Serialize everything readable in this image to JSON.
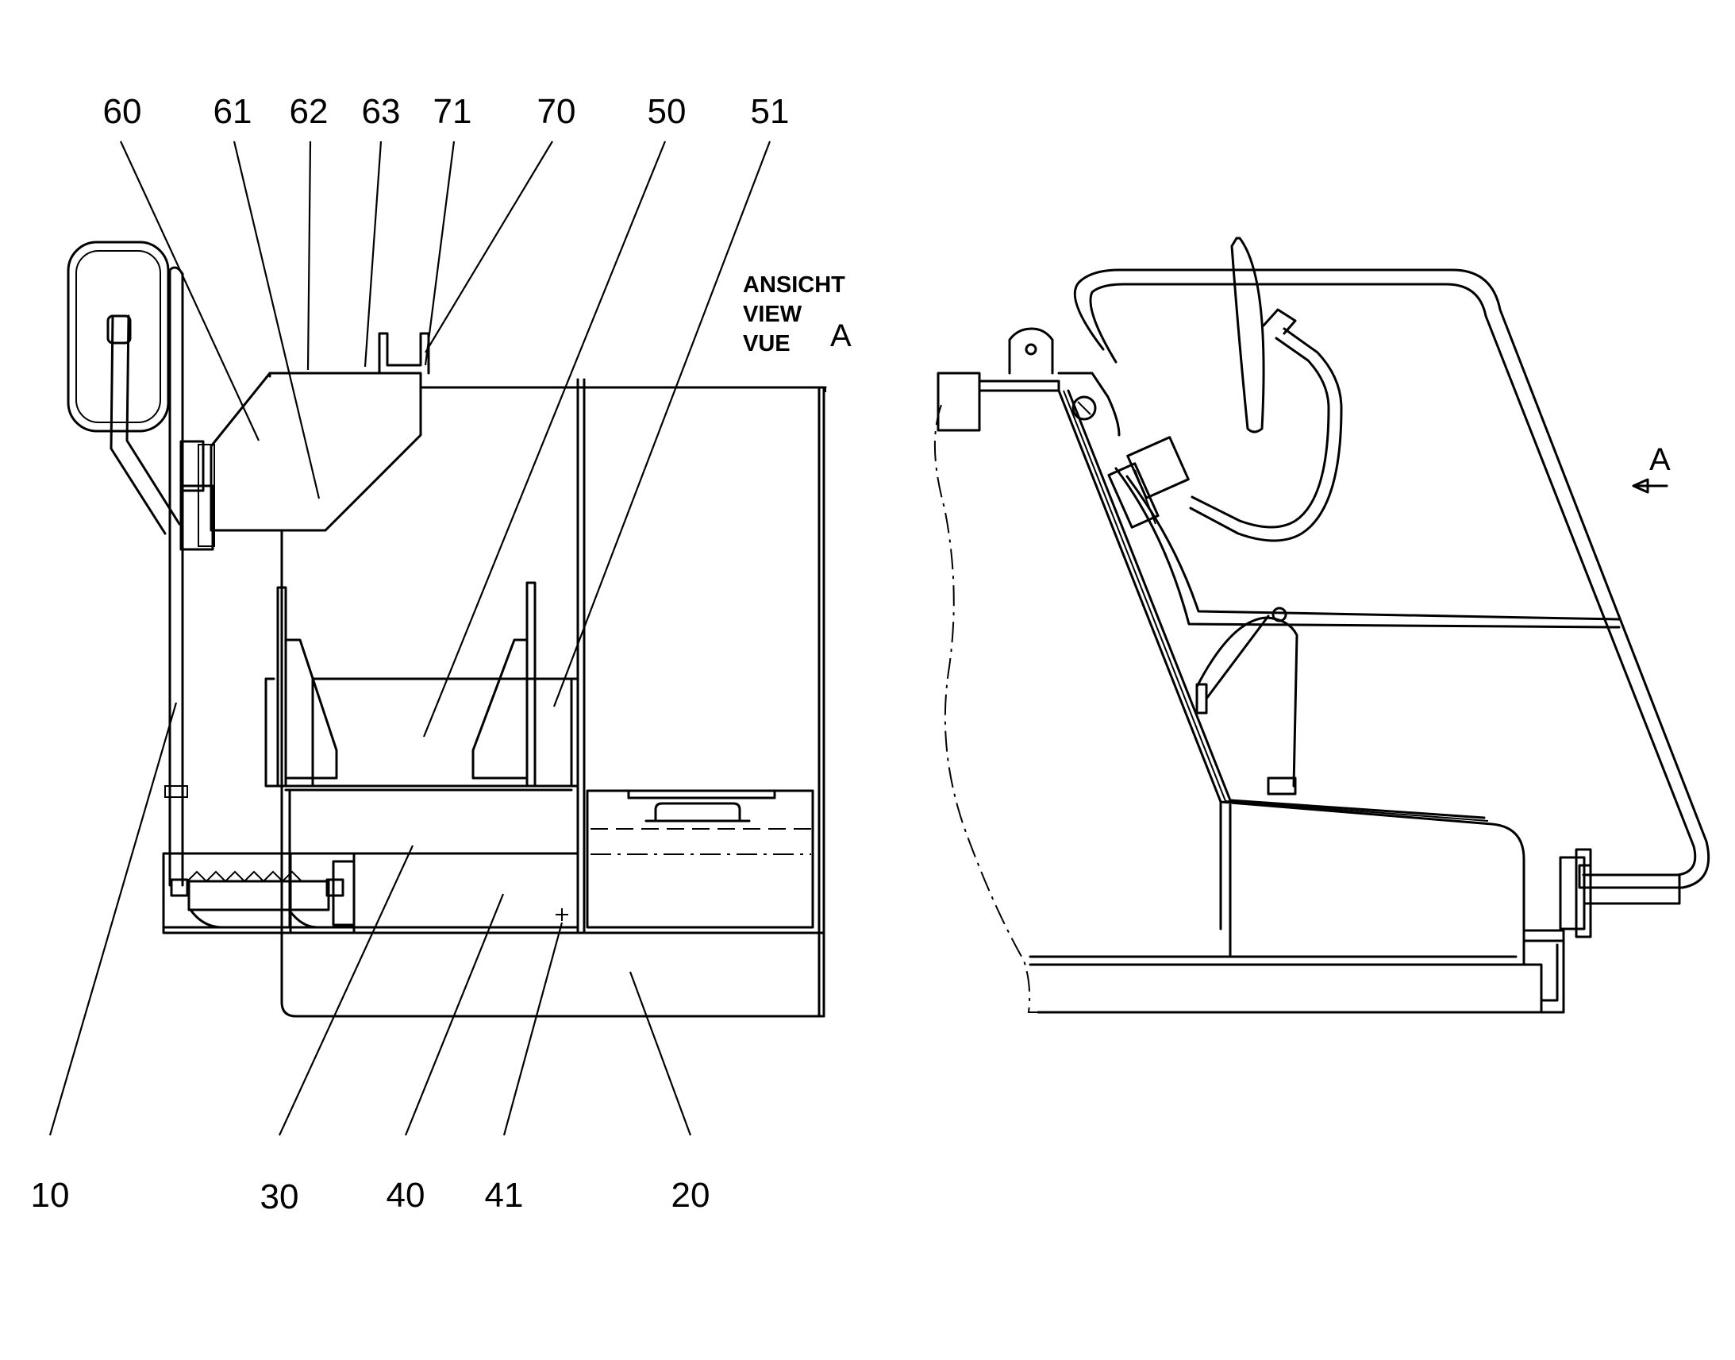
{
  "part_numbers": {
    "p60": "60",
    "p61": "61",
    "p62": "62",
    "p63": "63",
    "p71": "71",
    "p70": "70",
    "p50": "50",
    "p51": "51",
    "p10": "10",
    "p30": "30",
    "p40": "40",
    "p41": "41",
    "p20": "20"
  },
  "view_label": {
    "line1": "ANSICHT",
    "line2": "VIEW",
    "line3": "VUE",
    "letter": "A"
  },
  "side_view": {
    "arrow_letter": "A"
  }
}
